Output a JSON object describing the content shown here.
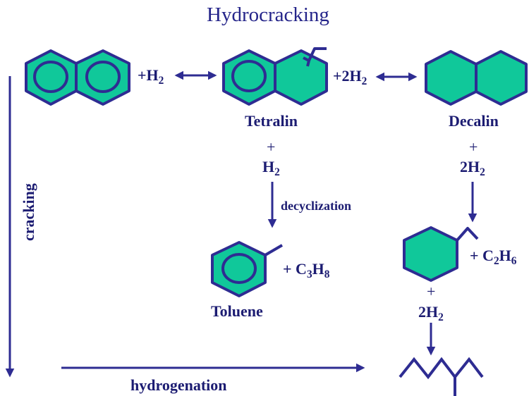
{
  "title": "Hydrocracking",
  "colors": {
    "ring_fill": "#10c89a",
    "stroke": "#2e2c92",
    "text": "#1c1c72"
  },
  "molecules": {
    "naphthalene": {
      "name": ""
    },
    "tetralin": {
      "name": "Tetralin"
    },
    "decalin": {
      "name": "Decalin"
    },
    "toluene": {
      "name": "Toluene"
    },
    "ethylcyclohexane": {
      "name": ""
    },
    "branched_alkane": {
      "name": ""
    }
  },
  "reagents": {
    "r1": {
      "prefix": "+H",
      "sub": "2"
    },
    "r2": {
      "prefix": "+2H",
      "sub": "2"
    },
    "tetralin_plus": "+",
    "tetralin_h2": {
      "prefix": "H",
      "sub": "2"
    },
    "decalin_plus": "+",
    "decalin_2h2": {
      "prefix": "2H",
      "sub": "2"
    },
    "propane": {
      "a": "+ C",
      "s1": "3",
      "b": "H",
      "s2": "8"
    },
    "ethane": {
      "a": "+ C",
      "s1": "2",
      "b": "H",
      "s2": "6"
    },
    "ech_plus": "+",
    "ech_2h2": {
      "prefix": "2H",
      "sub": "2"
    }
  },
  "process_labels": {
    "decyclization": "decyclization",
    "cracking": "cracking",
    "hydrogenation": "hydrogenation"
  }
}
